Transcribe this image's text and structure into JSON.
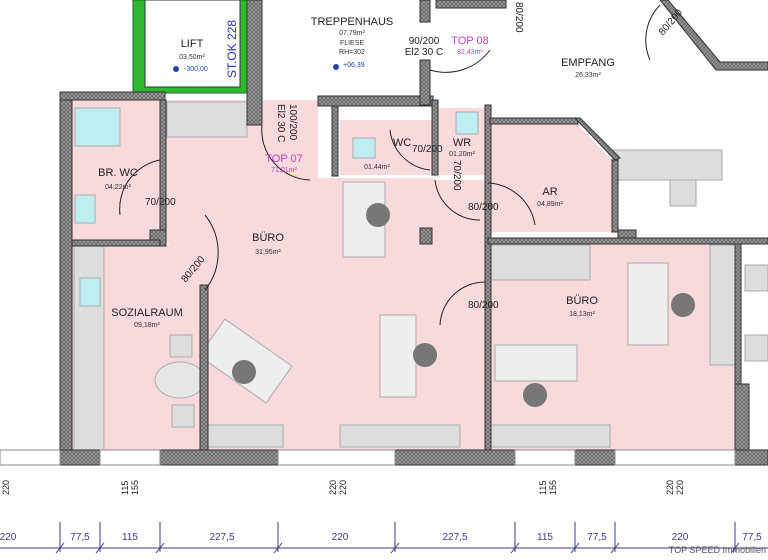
{
  "colors": {
    "room_fill": "#f8d9dc",
    "wall": "#8a8a8a",
    "lift_wall": "#2eb82e",
    "dimension": "#3a3a8a",
    "unit_label": "#c040c8"
  },
  "rooms": {
    "lift": {
      "name": "LIFT",
      "area": "03,50m²",
      "level": "-300,00",
      "shaft_label": "ST.OK 228"
    },
    "treppenhaus": {
      "name": "TREPPENHAUS",
      "area": "07,79m²",
      "floor": "FLIESE",
      "height": "RH=302",
      "level": "+06,39"
    },
    "empfang": {
      "name": "EMPFANG",
      "area": "26,33m²"
    },
    "br_wc": {
      "name": "BR. WC",
      "area": "04,22m²"
    },
    "sozialraum": {
      "name": "SOZIALRAUM",
      "area": "09,18m²"
    },
    "buero1": {
      "name": "BÜRO",
      "area": "31,95m²"
    },
    "wc": {
      "name": "WC",
      "area": "01,44m²"
    },
    "wr": {
      "name": "WR",
      "area": "01,20m²"
    },
    "ar": {
      "name": "AR",
      "area": "04,89m²"
    },
    "buero2": {
      "name": "BÜRO",
      "area": "18,13m²"
    }
  },
  "units": [
    {
      "name": "TOP 07",
      "area": "71,01m²"
    },
    {
      "name": "TOP 08",
      "area": "82,43m²"
    }
  ],
  "doors": {
    "top07_entry": {
      "size": "100/200",
      "rating": "El2 30 C"
    },
    "top08_entry": {
      "size": "90/200",
      "rating": "El2 30 C"
    },
    "top08_top": "80/200",
    "empfang_top": "80/200",
    "br_wc": "70/200",
    "sozialraum": "80/200",
    "wc": "70/200",
    "wr": "70/200",
    "ar": "80/200",
    "buero2": "80/200"
  },
  "window_dims": [
    {
      "a": "220"
    },
    {
      "a": "115",
      "b": "155"
    },
    {
      "a": "220",
      "b": "220"
    },
    {
      "a": "115",
      "b": "155"
    },
    {
      "a": "220",
      "b": "220"
    }
  ],
  "dimension_chain": [
    "220",
    "77,5",
    "115",
    "227,5",
    "220",
    "227,5",
    "115",
    "77,5",
    "220",
    "77,5"
  ],
  "watermark": "TOP SPEED Immobilien"
}
